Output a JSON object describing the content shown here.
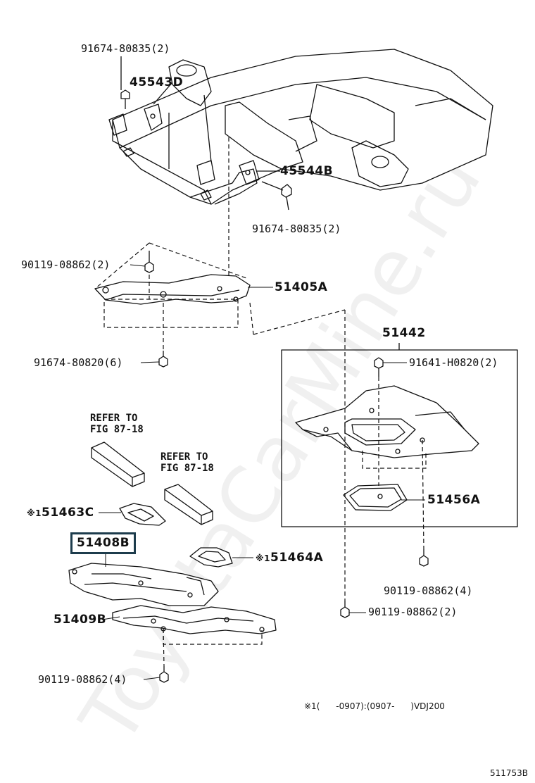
{
  "watermark": "ToyotaCarMine.ru",
  "labels": {
    "p91674_top": "91674-80835(2)",
    "p45543D": "45543D",
    "p45544B": "45544B",
    "p91674_mid": "91674-80835(2)",
    "p90119_a": "90119-08862(2)",
    "p51405A": "51405A",
    "p91674_80820": "91674-80820(6)",
    "p51442": "51442",
    "p91641": "91641-H0820(2)",
    "refer1": "REFER TO\nFIG 87-18",
    "refer2": "REFER TO\nFIG 87-18",
    "p51463C": "51463C",
    "p51408B": "51408B",
    "p51464A": "51464A",
    "p51456A": "51456A",
    "p51409B": "51409B",
    "p90119_b": "90119-08862(4)",
    "p90119_c": "90119-08862(2)",
    "p90119_d": "90119-08862(4)",
    "mark": "※1",
    "footnote": "※1(      -0907):(0907-      )VDJ200",
    "figure_code": "511753B"
  }
}
